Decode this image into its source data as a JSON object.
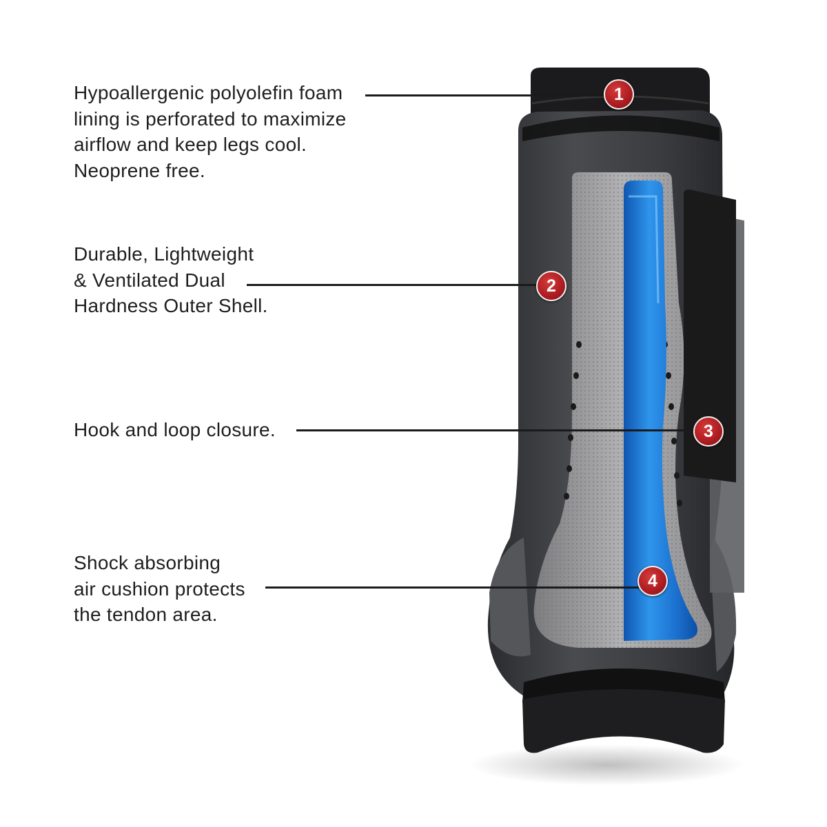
{
  "callouts": [
    {
      "number": "1",
      "lines": [
        "Hypoallergenic polyolefin foam",
        "lining is perforated to maximize",
        "airflow and keep legs cool.",
        "Neoprene free."
      ]
    },
    {
      "number": "2",
      "lines": [
        "Durable, Lightweight",
        "& Ventilated Dual",
        "Hardness Outer Shell."
      ]
    },
    {
      "number": "3",
      "lines": [
        "Hook and loop closure."
      ]
    },
    {
      "number": "4",
      "lines": [
        "Shock absorbing",
        "air cushion protects",
        "the tendon area."
      ]
    }
  ],
  "colors": {
    "badge": "#b01e22",
    "shell": "#3a3b3e",
    "air_cushion": "#1f7ed6",
    "inner_panel": "#9a9a9a",
    "text": "#1e1e1e"
  },
  "icons": [
    "boot-illustration",
    "number-badge"
  ]
}
